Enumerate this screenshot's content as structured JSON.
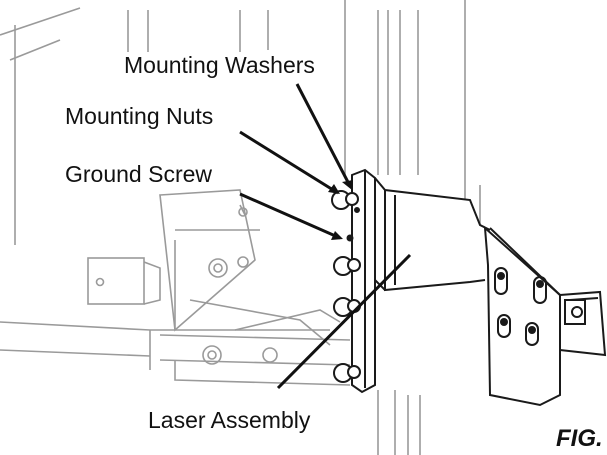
{
  "labels": {
    "mounting_washers": "Mounting Washers",
    "mounting_nuts": "Mounting Nuts",
    "ground_screw": "Ground Screw",
    "laser_assembly": "Laser Assembly"
  },
  "figure_caption": "FIG.",
  "colors": {
    "line": "#1a1a1a",
    "light_line": "#9a9a9a",
    "background": "#ffffff"
  }
}
